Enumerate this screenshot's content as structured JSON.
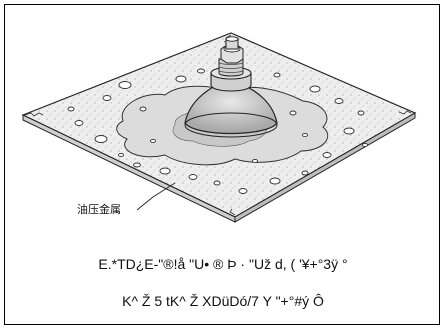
{
  "figure": {
    "callout_label": "油压金属"
  },
  "caption": {
    "line1": "E.*TD¿E-\"®!å \"U• ® Þ · \"Už d, ( '¥+°3ÿ °",
    "line2": "K^ Ž 5 tK^ Ž XDüDó/7 Y   \"+°#ý Ô"
  }
}
